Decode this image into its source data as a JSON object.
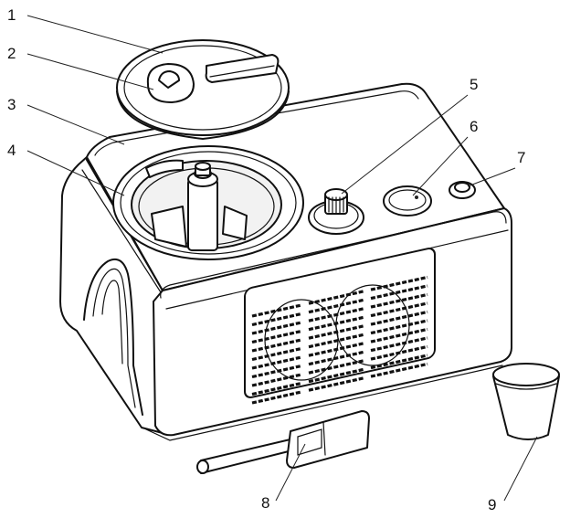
{
  "callouts": [
    {
      "label": "1"
    },
    {
      "label": "2"
    },
    {
      "label": "3"
    },
    {
      "label": "4"
    },
    {
      "label": "5"
    },
    {
      "label": "6"
    },
    {
      "label": "7"
    },
    {
      "label": "8"
    },
    {
      "label": "9"
    }
  ],
  "colors": {
    "line": "#111111",
    "background": "#ffffff"
  }
}
